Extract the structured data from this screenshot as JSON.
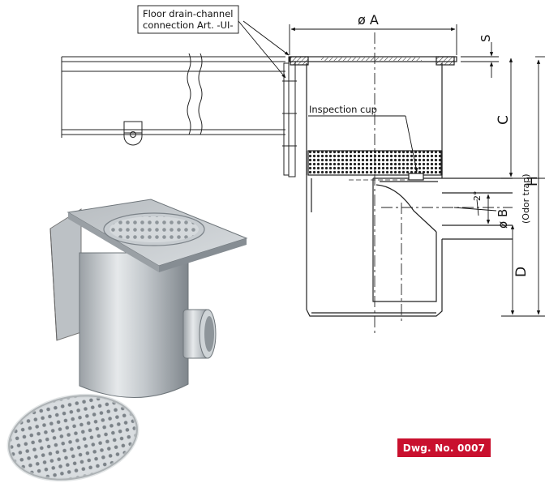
{
  "labels": {
    "connection_line1": "Floor drain-channel",
    "connection_line2": "connection Art. -UI-",
    "inspection_cup": "Inspection cup",
    "dim_A": "ø A",
    "dim_S": "S",
    "dim_C": "C",
    "dim_H": "H",
    "dim_B": "ø B",
    "dim_D": "D",
    "odor_trap": "(Odor trap)",
    "angle": "2°"
  },
  "badge": {
    "text": "Dwg. No.  0007",
    "color": "#c9102e"
  }
}
